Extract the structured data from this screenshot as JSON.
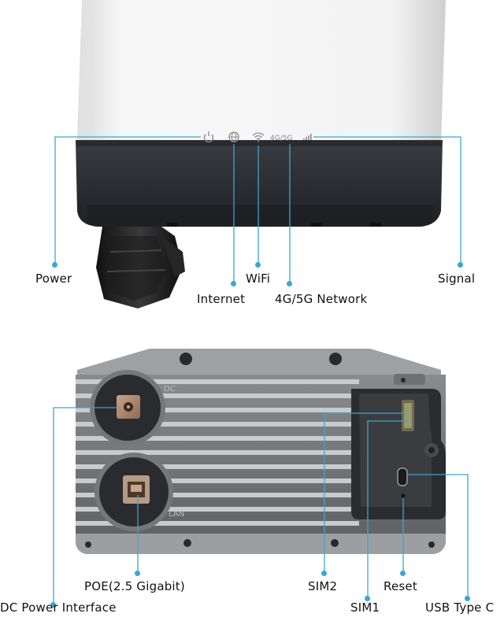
{
  "top_panel": {
    "indicator_texts": {
      "network": "4G/5G"
    },
    "labels": {
      "power": "Power",
      "internet": "Internet",
      "wifi": "WiFi",
      "network": "4G/5G Network",
      "signal": "Signal"
    }
  },
  "bottom_panel": {
    "embossed": {
      "dc": "DC",
      "lan": "LAN"
    },
    "labels": {
      "dc_power": "DC Power Interface",
      "poe": "POE(2.5 Gigabit)",
      "sim2": "SIM2",
      "sim1": "SIM1",
      "reset": "Reset",
      "usb": "USB Type C"
    }
  },
  "colors": {
    "callout_line": "#3ba6cf",
    "housing_dark": "#2b2d31",
    "housing_light": "#f2f2f2"
  },
  "icons": [
    "power-icon",
    "globe-icon",
    "wifi-icon",
    "signal-bars-icon"
  ]
}
